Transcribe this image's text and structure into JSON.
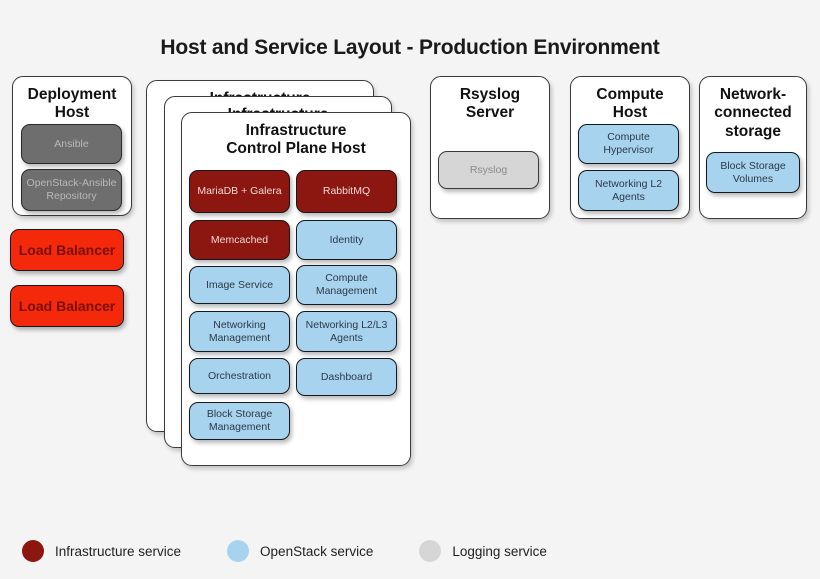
{
  "title": "Host and Service Layout - Production Environment",
  "colors": {
    "background": "#f4f4f4",
    "infrastructure_service": "#8c1710",
    "openstack_service": "#a8d3ef",
    "logging_service": "#d6d6d6",
    "deployment_service": "#6e6e6e",
    "load_balancer": "#f4280b",
    "card_border": "#3a3a3a"
  },
  "hosts": {
    "deployment": {
      "title_line1": "Deployment",
      "title_line2": "Host",
      "services": [
        {
          "label": "Ansible",
          "type": "deployment"
        },
        {
          "label": "OpenStack-Ansible Repository",
          "type": "deployment"
        }
      ]
    },
    "load_balancers": [
      {
        "label": "Load Balancer"
      },
      {
        "label": "Load Balancer"
      }
    ],
    "control_plane": {
      "stack_count": 3,
      "title_line1": "Infrastructure",
      "title_line2": "Control Plane Host",
      "services": [
        {
          "label": "MariaDB + Galera",
          "type": "infrastructure"
        },
        {
          "label": "RabbitMQ",
          "type": "infrastructure"
        },
        {
          "label": "Memcached",
          "type": "infrastructure"
        },
        {
          "label": "Identity",
          "type": "openstack"
        },
        {
          "label": "Image Service",
          "type": "openstack"
        },
        {
          "label": "Compute Management",
          "type": "openstack"
        },
        {
          "label": "Networking Management",
          "type": "openstack"
        },
        {
          "label": "Networking L2/L3 Agents",
          "type": "openstack"
        },
        {
          "label": "Orchestration",
          "type": "openstack"
        },
        {
          "label": "Dashboard",
          "type": "openstack"
        },
        {
          "label": "Block Storage Management",
          "type": "openstack"
        }
      ]
    },
    "rsyslog": {
      "title_line1": "Rsyslog",
      "title_line2": "Server",
      "services": [
        {
          "label": "Rsyslog",
          "type": "logging"
        }
      ]
    },
    "compute": {
      "title_line1": "Compute",
      "title_line2": "Host",
      "services": [
        {
          "label": "Compute Hypervisor",
          "type": "openstack"
        },
        {
          "label": "Networking L2 Agents",
          "type": "openstack"
        }
      ]
    },
    "storage": {
      "title_line1": "Network-",
      "title_line2": "connected",
      "title_line3": "storage",
      "services": [
        {
          "label": "Block Storage Volumes",
          "type": "openstack"
        }
      ]
    }
  },
  "legend": {
    "items": [
      {
        "label": "Infrastructure service",
        "color": "#8c1710"
      },
      {
        "label": "OpenStack service",
        "color": "#a8d3ef"
      },
      {
        "label": "Logging service",
        "color": "#d6d6d6"
      }
    ]
  }
}
